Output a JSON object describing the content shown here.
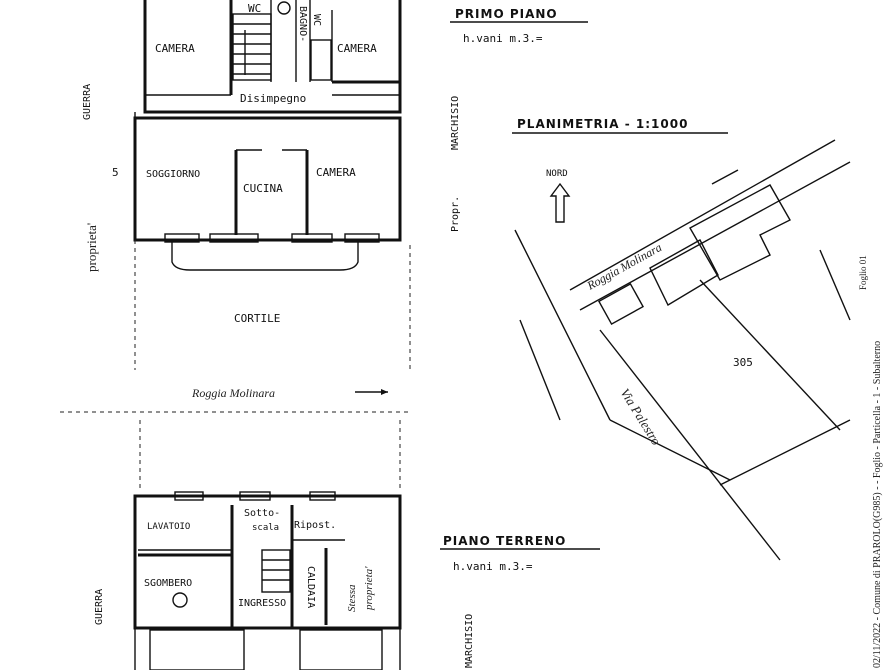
{
  "first_floor": {
    "title": "PRIMO PIANO",
    "height": "h.vani m.3.=",
    "rooms": {
      "wc": "WC",
      "bagno": "BAGNO-",
      "wc_vertical": "WC",
      "camera_left": "CAMERA",
      "camera_right": "CAMERA",
      "disimpegno": "Disimpegno",
      "soggiorno": "SOGGIORNO",
      "cucina": "CUCINA",
      "camera_bottom": "CAMERA"
    },
    "cortile": "CORTILE"
  },
  "roggia_label": "Roggia  Molinara",
  "neighbors": {
    "guerra_top": "GUERRA",
    "proprieta": "proprieta'",
    "propr": "Propr.",
    "marchisio_top": "MARCHISIO",
    "guerra_bottom": "GUERRA",
    "marchisio_bottom": "MARCHISIO"
  },
  "site_plan": {
    "title": "PLANIMETRIA - 1:1000",
    "north": "NORD",
    "roggia": "Roggia  Molinara",
    "via": "Via  Palestro",
    "parcel": "305"
  },
  "ground_floor": {
    "title": "PIANO TERRENO",
    "height": "h.vani m.3.=",
    "rooms": {
      "lavatoio": "LAVATOIO",
      "sottoscala_1": "Sotto-",
      "sottoscala_2": "scala",
      "ripostiglio": "Ripost.",
      "sgombero": "SGOMBERO",
      "ingresso": "INGRESSO",
      "caldaia": "CALDAIA",
      "stessa": "Stessa",
      "proprieta": "proprieta'"
    }
  },
  "margin_text": {
    "line1": "02/11/2022 - Comune di PRAROLO(G985) -  - Foglio - Particella - 1 - Subalterno",
    "line2": "Foglio 01"
  },
  "page_number": "5"
}
